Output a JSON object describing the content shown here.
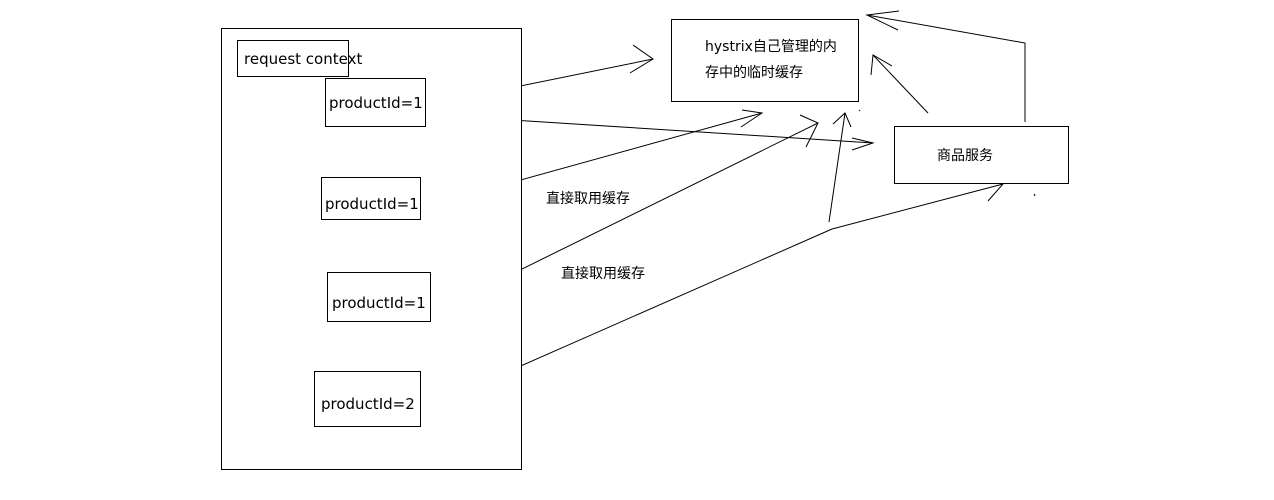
{
  "context": {
    "label": "request context"
  },
  "requests": [
    {
      "label": "productId=1"
    },
    {
      "label": "productId=1"
    },
    {
      "label": "productId=1"
    },
    {
      "label": "productId=2"
    }
  ],
  "cache": {
    "line1": "hystrix自己管理的内",
    "line2": "存中的临时缓存"
  },
  "service": {
    "label": "商品服务"
  },
  "annotations": [
    {
      "text": "直接取用缓存"
    },
    {
      "text": "直接取用缓存"
    }
  ]
}
